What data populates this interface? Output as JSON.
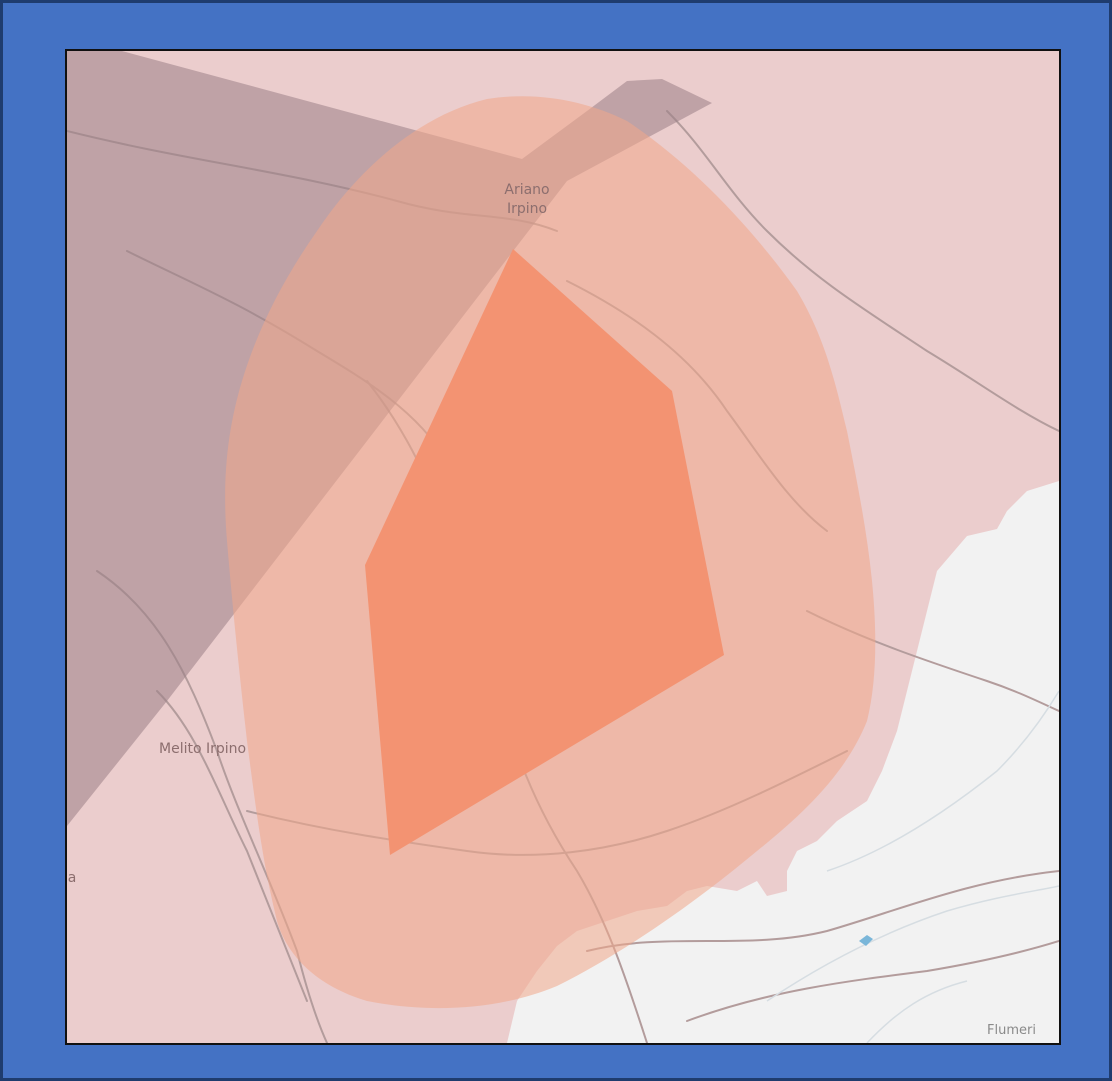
{
  "map": {
    "places": {
      "ariano_line1": "Ariano",
      "ariano_line2": "Irpino",
      "melito": "Melito Irpino",
      "flumeri": "Flumeri",
      "partial_left": "a"
    },
    "colors": {
      "frame_background": "#4472c4",
      "land_region": "#ebcdcd",
      "unshaded_land": "#f2f2f2",
      "buffer_zone": "#f0b9a3",
      "core_zone": "#f39372",
      "overlay_zone": "#b8a3a6",
      "roads": "#b39c9c",
      "water": "#7ab6d9"
    }
  }
}
